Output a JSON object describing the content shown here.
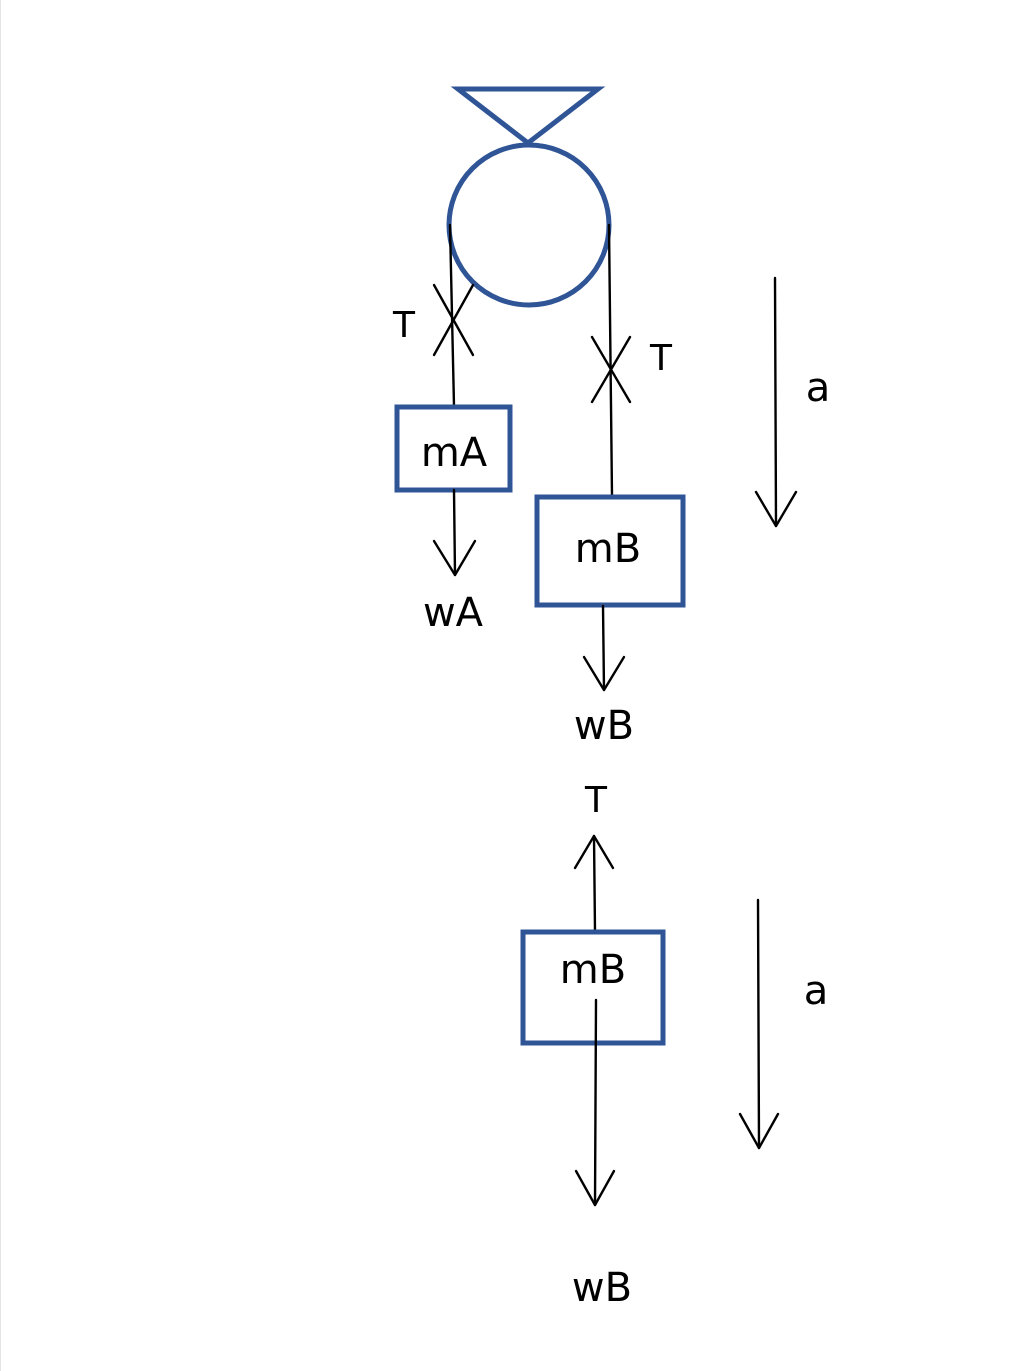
{
  "pulley_system": {
    "mass_a_label": "mA",
    "mass_b_label": "mB",
    "tension_left_label": "T",
    "tension_right_label": "T",
    "weight_a_label": "wA",
    "weight_b_label": "wB",
    "acceleration_label": "a"
  },
  "free_body_b": {
    "mass_label": "mB",
    "tension_label": "T",
    "weight_label": "wB",
    "acceleration_label": "a"
  },
  "colors": {
    "outline": "#2f5597",
    "lines": "#000000"
  }
}
